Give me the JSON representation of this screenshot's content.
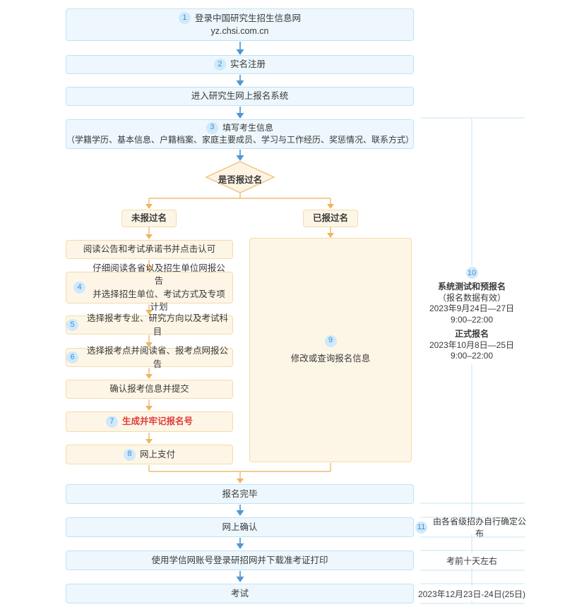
{
  "palette": {
    "blue_fill": "#edf7fd",
    "blue_border": "#c3e2f3",
    "blue_arrow": "#4f97d6",
    "cream_fill": "#fdf6e7",
    "cream_border": "#f5dbaa",
    "orange_line": "#f1bc77",
    "badge_bg": "#cfe9fb",
    "badge_text": "#3d8fd4",
    "red_text": "#e23c3c",
    "guide_line": "#d9edf9",
    "text": "#3a3a3a"
  },
  "flow": {
    "step1": {
      "num": "1",
      "line1": "登录中国研究生招生信息网",
      "line2": "yz.chsi.com.cn"
    },
    "step2": {
      "num": "2",
      "label": "实名注册"
    },
    "step_enter": {
      "label": "进入研究生网上报名系统"
    },
    "step3": {
      "num": "3",
      "line1": "填写考生信息",
      "line2": "（学籍学历、基本信息、户籍档案、家庭主要成员、学习与工作经历、奖惩情况、联系方式）"
    },
    "decision": {
      "label": "是否报过名"
    },
    "branch_no": {
      "label": "未报过名"
    },
    "branch_yes": {
      "label": "已报过名"
    },
    "left_steps": [
      {
        "label": "阅读公告和考试承诺书并点击认可"
      },
      {
        "num": "4",
        "line1": "仔细阅读各省以及招生单位网报公告",
        "line2": "并选择招生单位、考试方式及专项计划"
      },
      {
        "num": "5",
        "label": "选择报考专业、研究方向以及考试科目"
      },
      {
        "num": "6",
        "label": "选择报考点并阅读省、报考点网报公告"
      },
      {
        "label": "确认报考信息并提交"
      },
      {
        "num": "7",
        "label": "生成并牢记报名号"
      },
      {
        "num": "8",
        "label": "网上支付"
      }
    ],
    "step9": {
      "num": "9",
      "label": "修改或查询报名信息"
    },
    "step_done": {
      "label": "报名完毕"
    },
    "step_confirm": {
      "label": "网上确认"
    },
    "step_download": {
      "label": "使用学信网账号登录研招网并下载准考证打印"
    },
    "step_exam": {
      "label": "考试"
    }
  },
  "side": {
    "note10": {
      "num": "10",
      "title1": "系统测试和预报名",
      "sub1": "（报名数据有效）",
      "date1": "2023年9月24日—27日",
      "time1": "9:00–22:00",
      "title2": "正式报名",
      "date2": "2023年10月8日—25日",
      "time2": "9:00–22:00"
    },
    "note11": {
      "num": "11",
      "label": "由各省级招办自行确定公布"
    },
    "note_confirm_time": {
      "label": "考前十天左右"
    },
    "note_exam_time": {
      "label": "2023年12月23日-24日(25日)"
    }
  }
}
